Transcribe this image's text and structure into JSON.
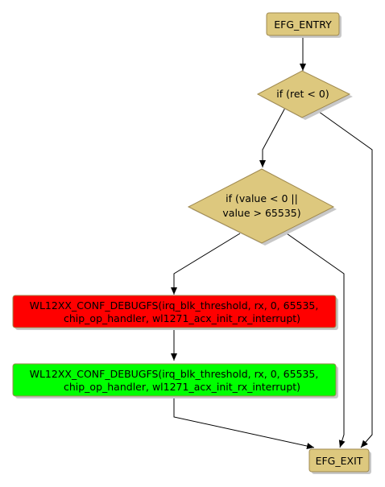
{
  "nodes": {
    "entry": {
      "label": "EFG_ENTRY",
      "fill": "#ddc87e"
    },
    "cond_ret": {
      "label": "if (ret < 0)",
      "fill": "#ddc87e"
    },
    "cond_value": {
      "lines": [
        "if (value < 0 ||",
        "value > 65535)"
      ],
      "fill": "#ddc87e"
    },
    "stmt_removed": {
      "lines": [
        "WL12XX_CONF_DEBUGFS(irq_blk_threshold, rx, 0, 65535,",
        "chip_op_handler, wl1271_acx_init_rx_interrupt)"
      ],
      "fill": "#ff0000"
    },
    "stmt_added": {
      "lines": [
        "WL12XX_CONF_DEBUGFS(irq_blk_threshold, rx, 0, 65535,",
        "chip_op_handler, wl1271_acx_init_rx_interrupt)"
      ],
      "fill": "#00ff00"
    },
    "exit": {
      "label": "EFG_EXIT",
      "fill": "#ddc87e"
    }
  },
  "edges": [
    {
      "from": "entry",
      "to": "cond_ret"
    },
    {
      "from": "cond_ret",
      "to": "cond_value"
    },
    {
      "from": "cond_ret",
      "to": "exit"
    },
    {
      "from": "cond_value",
      "to": "stmt_removed"
    },
    {
      "from": "cond_value",
      "to": "exit"
    },
    {
      "from": "stmt_removed",
      "to": "stmt_added"
    },
    {
      "from": "stmt_added",
      "to": "exit"
    }
  ],
  "colors": {
    "stroke": "#a08a50",
    "shadow": "#c8c8c8",
    "edge": "#000000"
  }
}
